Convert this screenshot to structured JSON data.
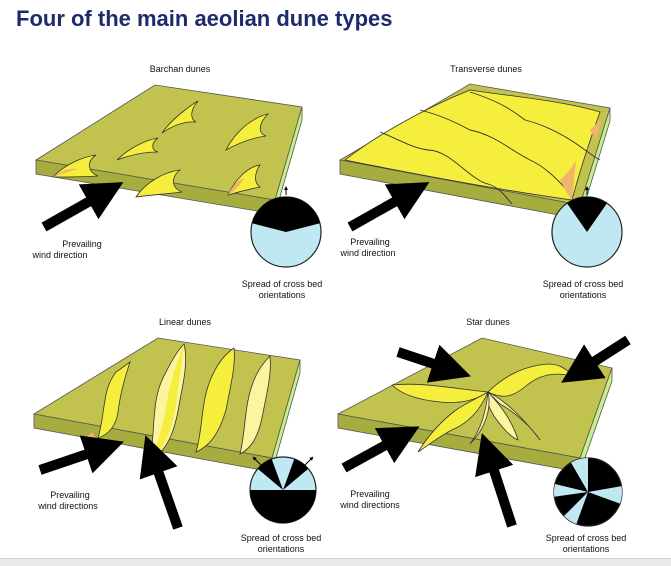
{
  "title": "Four of the main aeolian dune types",
  "panels": {
    "barchan": {
      "title": "Barchan dunes",
      "wind_label_1": "Prevailing",
      "wind_label_2": "wind direction",
      "spread_label_1": "Spread of cross bed",
      "spread_label_2": "orientations"
    },
    "transverse": {
      "title": "Transverse dunes",
      "wind_label_1": "Prevailing",
      "wind_label_2": "wind direction",
      "spread_label_1": "Spread of cross bed",
      "spread_label_2": "orientations"
    },
    "linear": {
      "title": "Linear dunes",
      "wind_label_1": "Prevailing",
      "wind_label_2": "wind directions",
      "spread_label_1": "Spread of cross bed",
      "spread_label_2": "orientations"
    },
    "star": {
      "title": "Star dunes",
      "wind_label_1": "Prevailing",
      "wind_label_2": "wind directions",
      "spread_label_1": "Spread of cross bed",
      "spread_label_2": "orientations"
    }
  },
  "colors": {
    "title": "#1d2a6b",
    "ground_top": "#c2c24f",
    "ground_front": "#a6ad3e",
    "ground_side": "#c6f08c",
    "dune": "#f6ee3c",
    "dune_light": "#fbf5a0",
    "dune_shade": "#f0b46a",
    "circle": "#bfe8f3",
    "arrow": "#000000"
  }
}
